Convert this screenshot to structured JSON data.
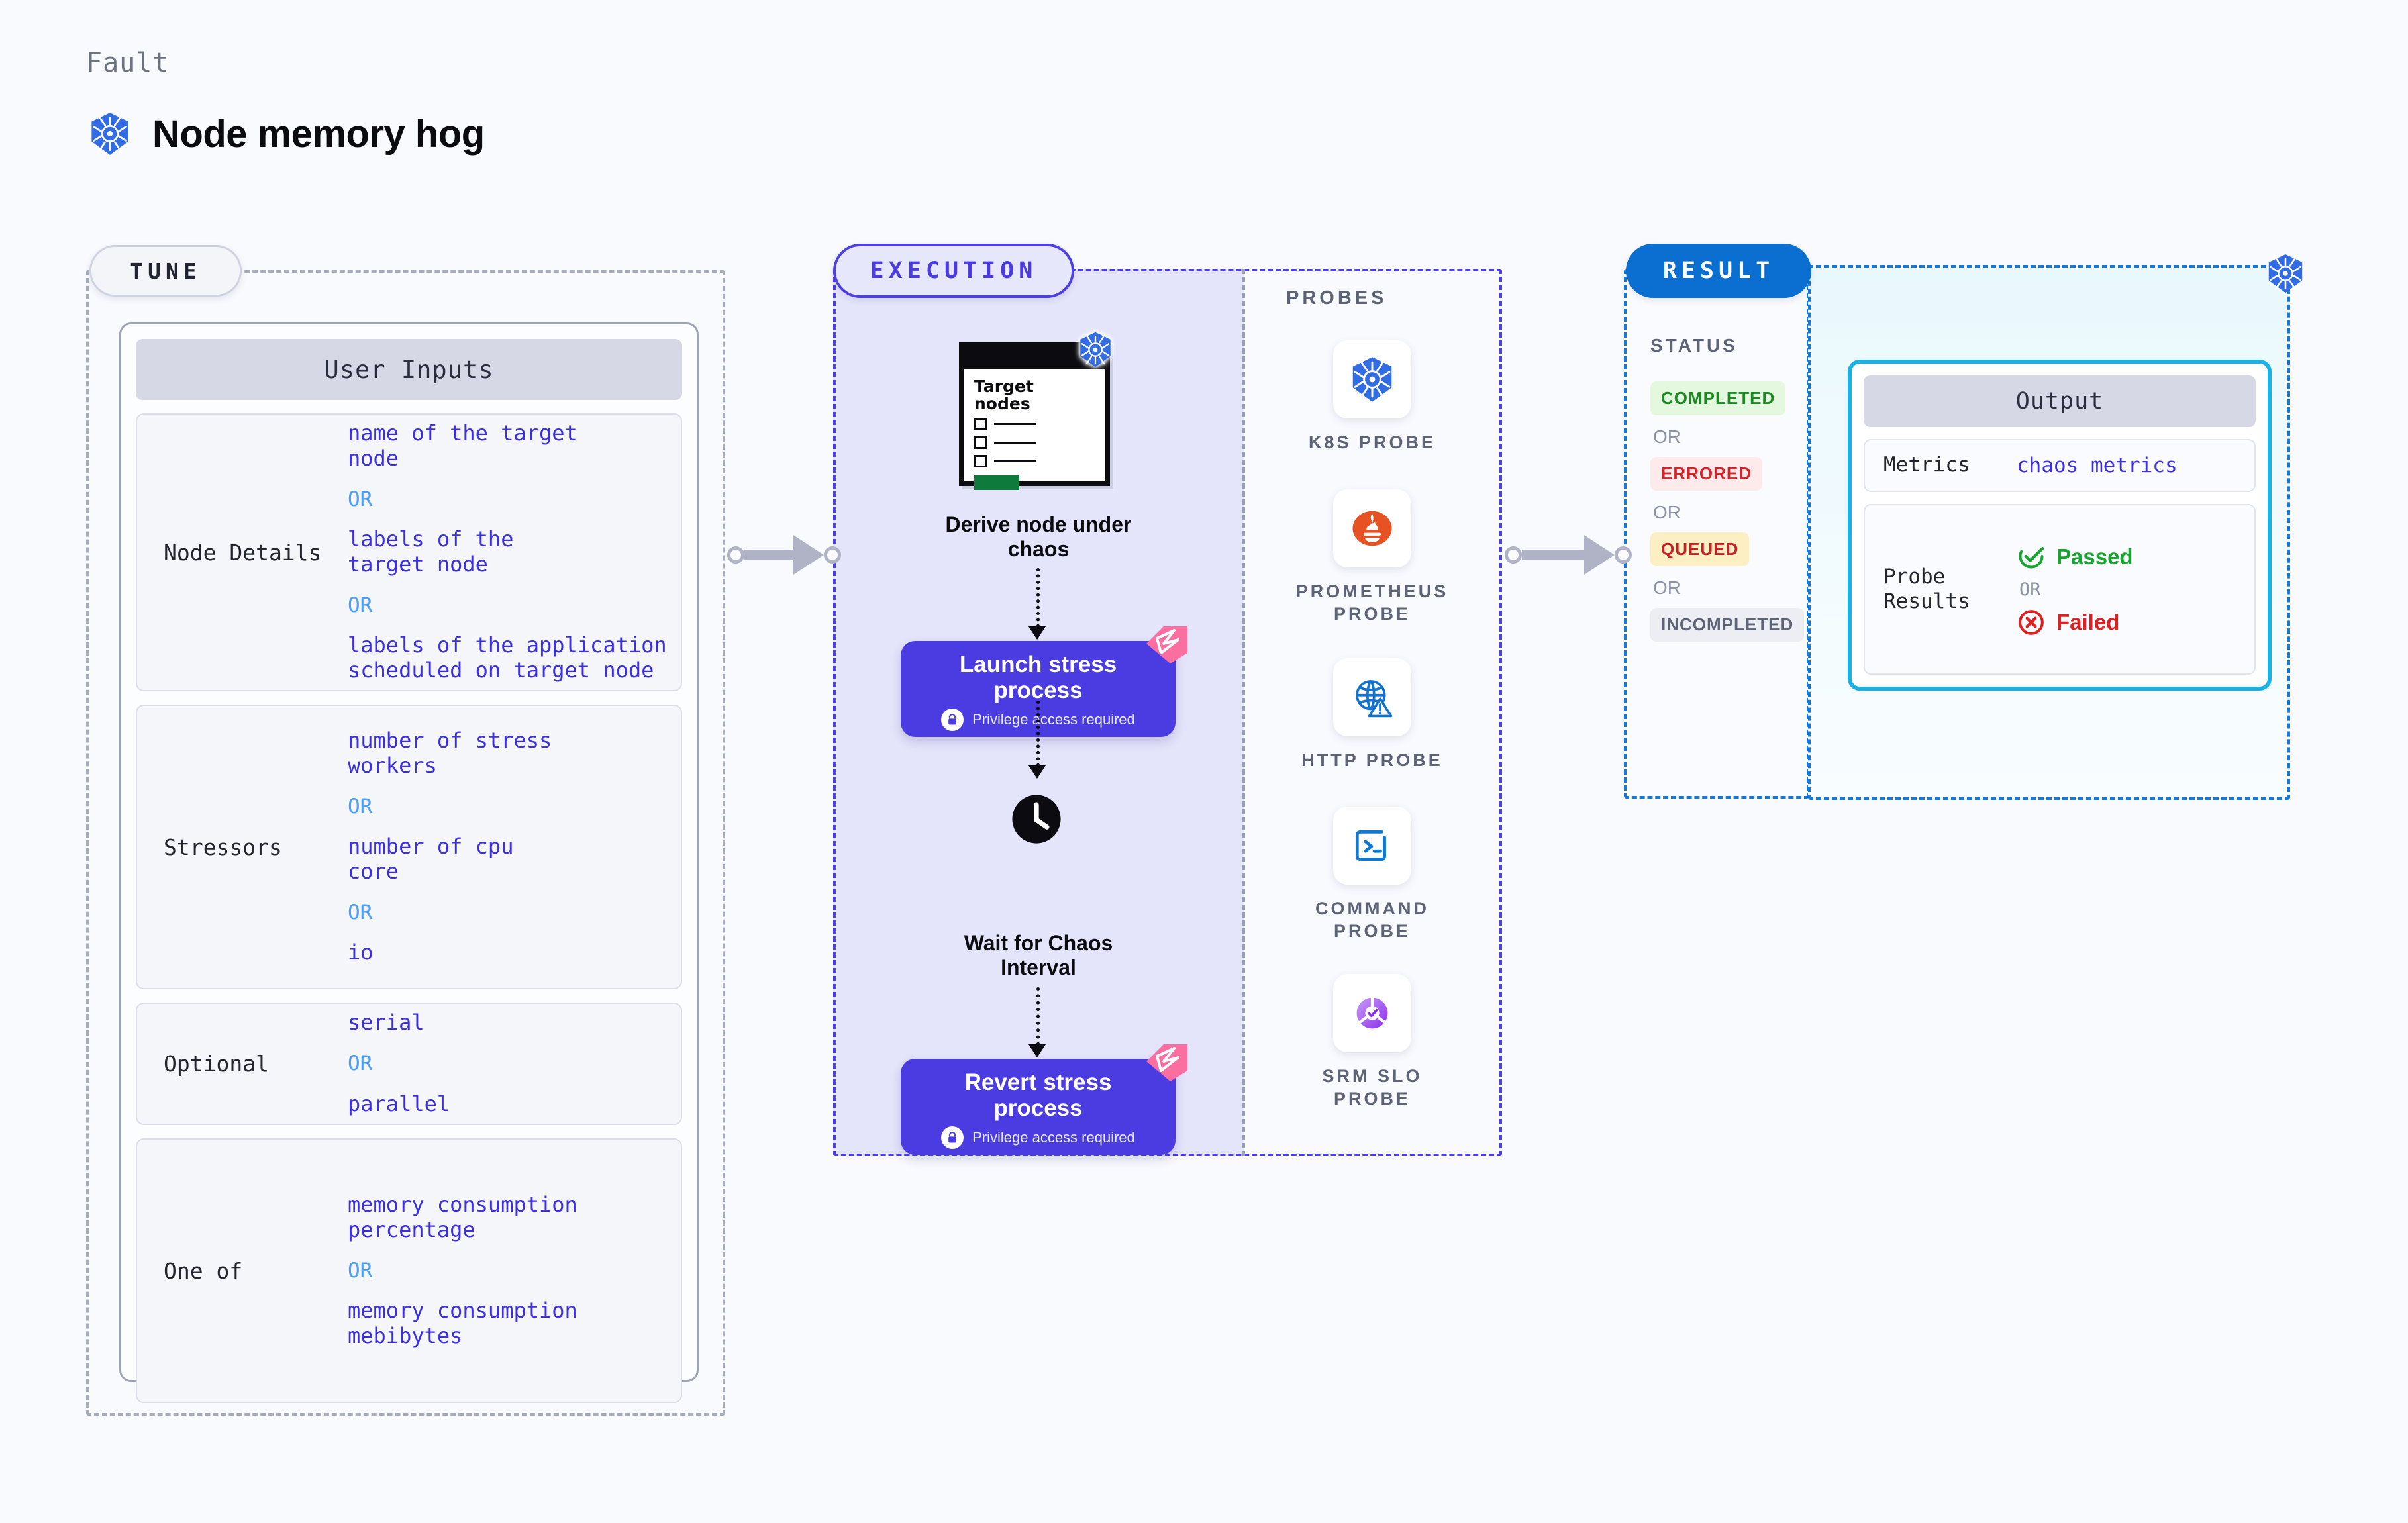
{
  "header": {
    "fault_label": "Fault",
    "title": "Node memory hog",
    "icon": "kubernetes-icon"
  },
  "tune": {
    "pill_label": "TUNE",
    "card_title": "User Inputs",
    "rows": [
      {
        "label": "Node Details",
        "values": [
          "name of the target\nnode",
          "labels of the\ntarget node",
          "labels of the application\n scheduled on target node"
        ],
        "or_label": "OR"
      },
      {
        "label": "Stressors",
        "values": [
          "number of stress\nworkers",
          "number of cpu\ncore",
          "io"
        ],
        "or_label": "OR"
      },
      {
        "label": "Optional",
        "values": [
          "serial",
          "parallel"
        ],
        "or_label": "OR"
      },
      {
        "label": "One of",
        "values": [
          "memory consumption\npercentage",
          "memory consumption\nmebibytes"
        ],
        "or_label": "OR"
      }
    ]
  },
  "execution": {
    "pill_label": "EXECUTION",
    "document": {
      "heading": "Target\nnodes",
      "icon": "kubernetes-icon",
      "checkbox_count": 3
    },
    "steps": [
      {
        "caption": "Derive node under\nchaos",
        "type": "document"
      },
      {
        "caption": "Launch stress\nprocess",
        "sub": "Privilege access required",
        "type": "action",
        "icon": "lock-icon",
        "badge": "harness-ribbon-icon"
      },
      {
        "caption": "Wait for Chaos\nInterval",
        "type": "clock",
        "icon": "clock-icon"
      },
      {
        "caption": "Revert stress\nprocess",
        "sub": "Privilege access required",
        "type": "action",
        "icon": "lock-icon",
        "badge": "harness-ribbon-icon"
      }
    ]
  },
  "probes": {
    "section_label": "PROBES",
    "items": [
      {
        "label": "K8S PROBE",
        "icon": "kubernetes-icon"
      },
      {
        "label": "PROMETHEUS\nPROBE",
        "icon": "prometheus-icon"
      },
      {
        "label": "HTTP PROBE",
        "icon": "globe-warning-icon"
      },
      {
        "label": "COMMAND\nPROBE",
        "icon": "terminal-icon"
      },
      {
        "label": "SRM SLO\nPROBE",
        "icon": "slo-donut-icon"
      }
    ]
  },
  "result": {
    "pill_label": "RESULT",
    "status_label": "STATUS",
    "or_label": "OR",
    "corner_icon": "kubernetes-icon",
    "statuses": [
      {
        "label": "COMPLETED",
        "bg": "#e4f7df",
        "fg": "#1b8a22"
      },
      {
        "label": "ERRORED",
        "bg": "#fdeaea",
        "fg": "#d5232a"
      },
      {
        "label": "QUEUED",
        "bg": "#fdefc4",
        "fg": "#c62026"
      },
      {
        "label": "INCOMPLETED",
        "bg": "#eceef4",
        "fg": "#5d6478"
      }
    ],
    "output": {
      "title": "Output",
      "metrics_label": "Metrics",
      "metrics_value": "chaos metrics",
      "probe_label": "Probe\nResults",
      "passed_label": "Passed",
      "failed_label": "Failed",
      "or_label": "OR",
      "passed_icon": "check-circle-icon",
      "failed_icon": "x-circle-icon",
      "passed_color": "#16a630",
      "failed_color": "#e02020"
    }
  }
}
